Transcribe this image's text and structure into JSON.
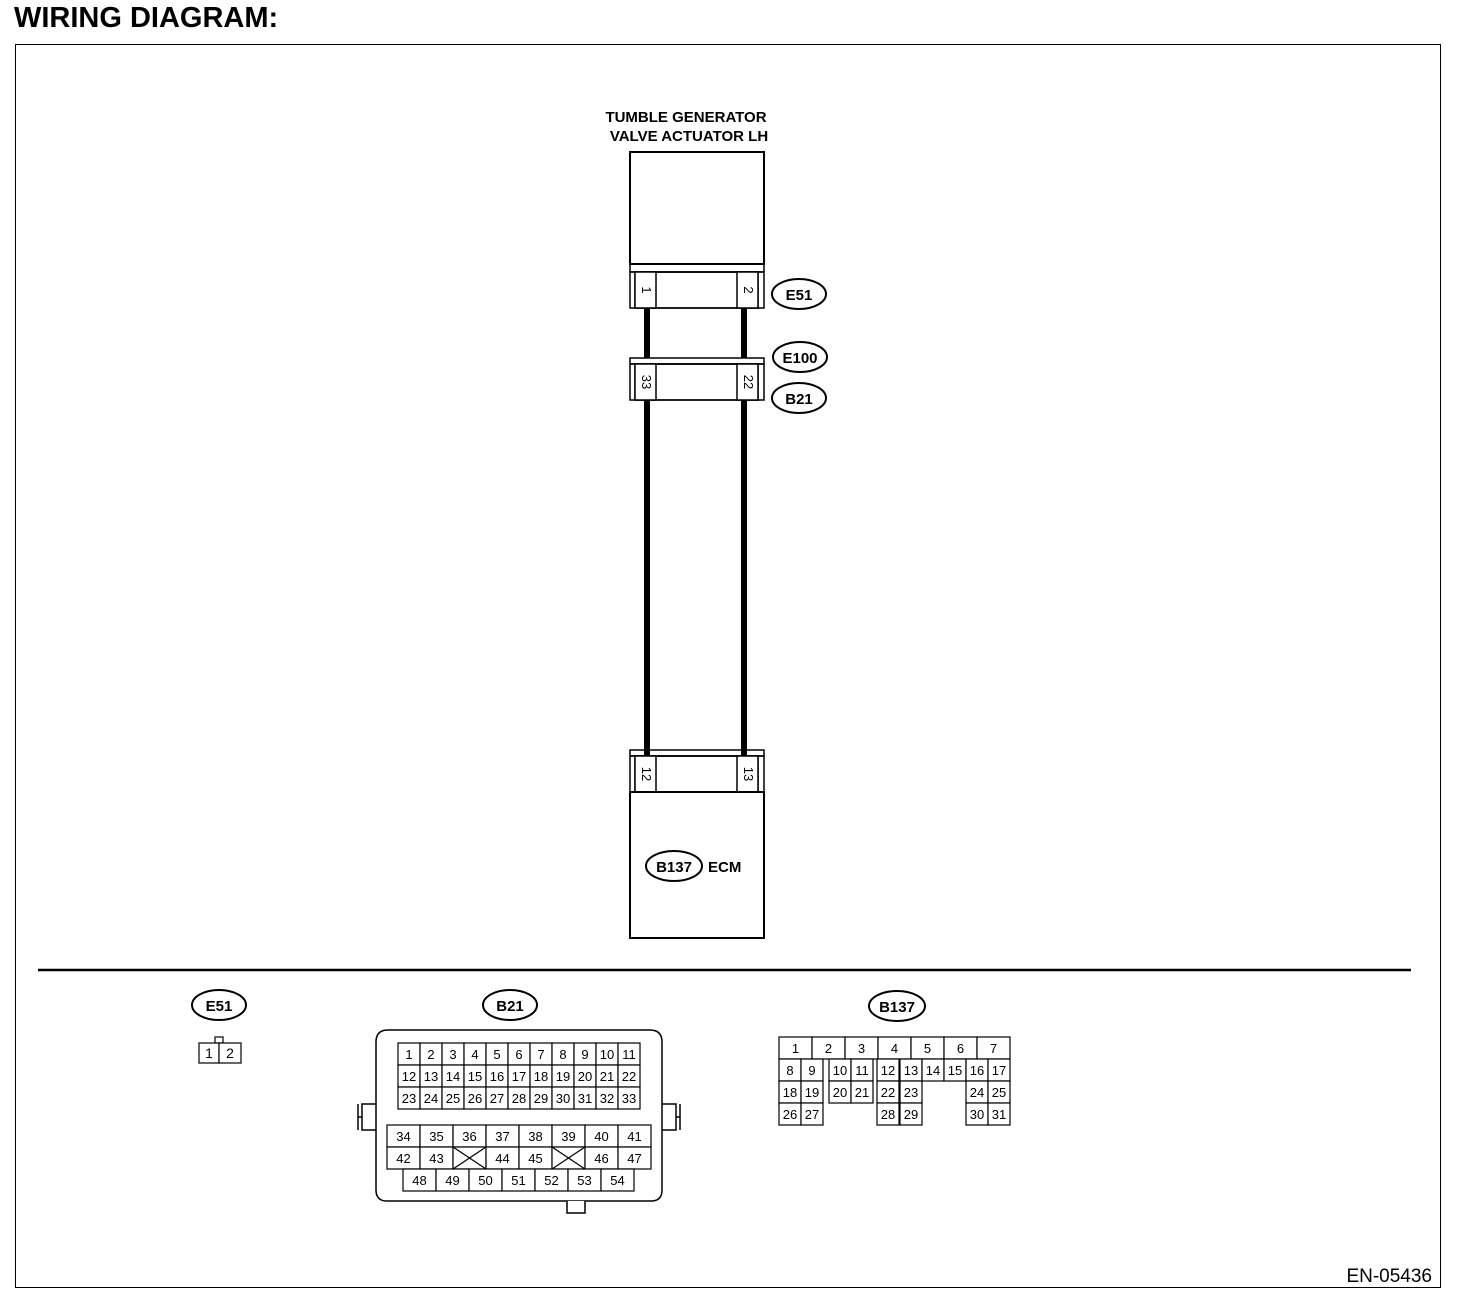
{
  "title": "WIRING DIAGRAM:",
  "doc_code": "EN-05436",
  "actuator": {
    "name_line1": "TUMBLE GENERATOR",
    "name_line2": "VALVE ACTUATOR LH"
  },
  "connectors": {
    "e51": {
      "id": "E51",
      "pin_left": "1",
      "pin_right": "2"
    },
    "e100": {
      "id": "E100"
    },
    "b21": {
      "id": "B21",
      "pin_left": "33",
      "pin_right": "22"
    },
    "b137": {
      "id": "B137",
      "pin_left": "12",
      "pin_right": "13"
    }
  },
  "ecm": {
    "label": "ECM"
  },
  "pinouts": {
    "e51": {
      "id": "E51",
      "pins": [
        "1",
        "2"
      ]
    },
    "b21": {
      "id": "B21",
      "upper_rows": [
        [
          "1",
          "2",
          "3",
          "4",
          "5",
          "6",
          "7",
          "8",
          "9",
          "10",
          "11"
        ],
        [
          "12",
          "13",
          "14",
          "15",
          "16",
          "17",
          "18",
          "19",
          "20",
          "21",
          "22"
        ],
        [
          "23",
          "24",
          "25",
          "26",
          "27",
          "28",
          "29",
          "30",
          "31",
          "32",
          "33"
        ]
      ],
      "lower_row1": [
        "34",
        "35",
        "36",
        "37",
        "38",
        "39",
        "40",
        "41"
      ],
      "lower_row2": [
        "42",
        "43",
        "",
        "44",
        "45",
        "",
        "46",
        "47"
      ],
      "lower_row3": [
        "48",
        "49",
        "50",
        "51",
        "52",
        "53",
        "54"
      ]
    },
    "b137": {
      "id": "B137",
      "row1": [
        "1",
        "2",
        "3",
        "4",
        "5",
        "6",
        "7"
      ],
      "row2": [
        "8",
        "9",
        "10",
        "11",
        "12",
        "13",
        "14",
        "15",
        "16",
        "17"
      ],
      "row3": [
        "18",
        "19",
        "20",
        "21",
        "22",
        "23",
        "24",
        "25"
      ],
      "row4": [
        "26",
        "27",
        "28",
        "29",
        "30",
        "31"
      ]
    }
  }
}
